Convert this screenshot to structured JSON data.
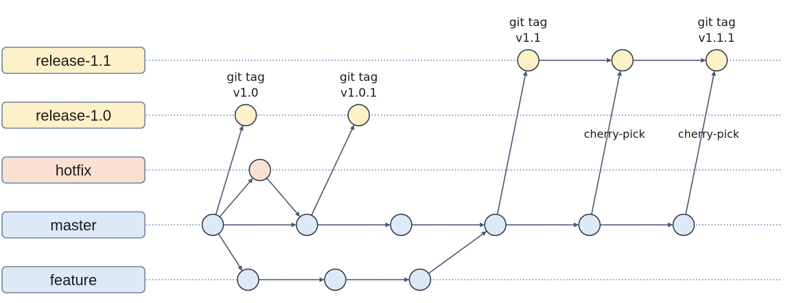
{
  "colors": {
    "release": "#fdf1c9",
    "hotfix": "#f9e0d1",
    "mainline": "#dde9f6",
    "box_stroke": "#6f8399",
    "lane": "#2f5d98",
    "edge": "#4a5670"
  },
  "branches": [
    {
      "id": "release-1.1",
      "label": "release-1.1",
      "color": "release"
    },
    {
      "id": "release-1.0",
      "label": "release-1.0",
      "color": "release"
    },
    {
      "id": "hotfix",
      "label": "hotfix",
      "color": "hotfix"
    },
    {
      "id": "master",
      "label": "master",
      "color": "mainline"
    },
    {
      "id": "feature",
      "label": "feature",
      "color": "mainline"
    }
  ],
  "commits": [
    {
      "id": "m1",
      "branch": "master",
      "step": 0
    },
    {
      "id": "m2",
      "branch": "master",
      "step": 2
    },
    {
      "id": "m3",
      "branch": "master",
      "step": 4
    },
    {
      "id": "m4",
      "branch": "master",
      "step": 6
    },
    {
      "id": "m5",
      "branch": "master",
      "step": 8
    },
    {
      "id": "m6",
      "branch": "master",
      "step": 10
    },
    {
      "id": "h1",
      "branch": "hotfix",
      "step": 1
    },
    {
      "id": "r10a",
      "branch": "release-1.0",
      "step": 0.7
    },
    {
      "id": "r10b",
      "branch": "release-1.0",
      "step": 3.1
    },
    {
      "id": "f1",
      "branch": "feature",
      "step": 0.75
    },
    {
      "id": "f2",
      "branch": "feature",
      "step": 2.6
    },
    {
      "id": "f3",
      "branch": "feature",
      "step": 4.4
    },
    {
      "id": "r11a",
      "branch": "release-1.1",
      "step": 6.7
    },
    {
      "id": "r11b",
      "branch": "release-1.1",
      "step": 8.7
    },
    {
      "id": "r11c",
      "branch": "release-1.1",
      "step": 10.7
    }
  ],
  "edges": [
    {
      "from": "m1",
      "to": "m2"
    },
    {
      "from": "m2",
      "to": "m3"
    },
    {
      "from": "m3",
      "to": "m4"
    },
    {
      "from": "m4",
      "to": "m5"
    },
    {
      "from": "m5",
      "to": "m6"
    },
    {
      "from": "m1",
      "to": "r10a"
    },
    {
      "from": "m1",
      "to": "h1"
    },
    {
      "from": "h1",
      "to": "m2"
    },
    {
      "from": "m2",
      "to": "r10b"
    },
    {
      "from": "m1",
      "to": "f1"
    },
    {
      "from": "f1",
      "to": "f2"
    },
    {
      "from": "f2",
      "to": "f3"
    },
    {
      "from": "f3",
      "to": "m4"
    },
    {
      "from": "m4",
      "to": "r11a"
    },
    {
      "from": "r11a",
      "to": "r11b"
    },
    {
      "from": "r11b",
      "to": "r11c"
    },
    {
      "from": "m5",
      "to": "r11b"
    },
    {
      "from": "m6",
      "to": "r11c"
    }
  ],
  "tags": [
    {
      "commit": "r10a",
      "line1": "git tag",
      "line2": "v1.0"
    },
    {
      "commit": "r10b",
      "line1": "git tag",
      "line2": "v1.0.1"
    },
    {
      "commit": "r11a",
      "line1": "git tag",
      "line2": "v1.1"
    },
    {
      "commit": "r11c",
      "line1": "git tag",
      "line2": "v1.1.1"
    }
  ],
  "annotations": [
    {
      "edge": "m5-r11b",
      "text": "cherry-pick"
    },
    {
      "edge": "m6-r11c",
      "text": "cherry-pick"
    }
  ]
}
